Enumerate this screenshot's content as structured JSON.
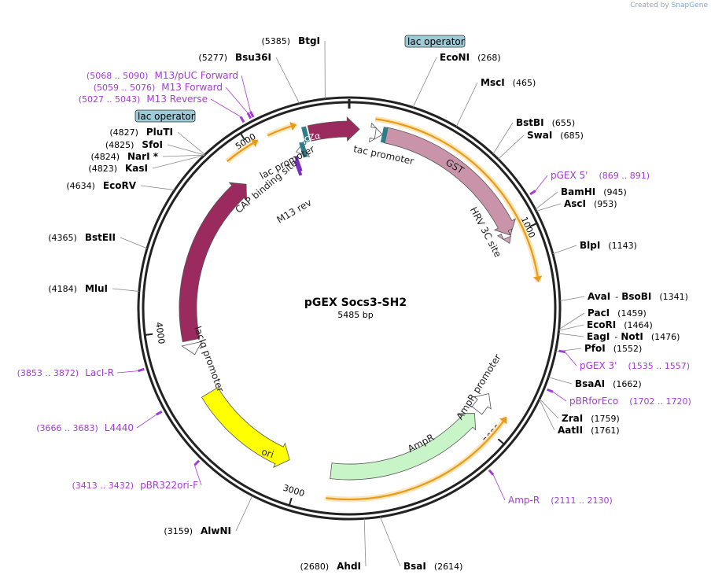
{
  "credit": {
    "prefix": "Created by",
    "brand": "SnapGene"
  },
  "plasmid": {
    "name": "pGEX Socs3-SH2",
    "length_label": "5485 bp",
    "length": 5485
  },
  "ticks": [
    {
      "pos": 1000,
      "label": "1000"
    },
    {
      "pos": 2000,
      "label": "2000"
    },
    {
      "pos": 3000,
      "label": "3000"
    },
    {
      "pos": 4000,
      "label": "4000"
    },
    {
      "pos": 5000,
      "label": "5000"
    }
  ],
  "sites": [
    {
      "name": "BtgI",
      "pos": "(5385)",
      "bp": 5385
    },
    {
      "name": "Bsu36I",
      "pos": "(5277)",
      "bp": 5277
    },
    {
      "name": "EcoNI",
      "pos": "(268)",
      "bp": 268
    },
    {
      "name": "MscI",
      "pos": "(465)",
      "bp": 465
    },
    {
      "name": "BstBI",
      "pos": "(655)",
      "bp": 655
    },
    {
      "name": "SwaI",
      "pos": "(685)",
      "bp": 685
    },
    {
      "name": "BamHI",
      "pos": "(945)",
      "bp": 945
    },
    {
      "name": "AscI",
      "pos": "(953)",
      "bp": 953
    },
    {
      "name": "BlpI",
      "pos": "(1143)",
      "bp": 1143
    },
    {
      "name": "AvaI",
      "name2": "BsoBI",
      "pos": "(1341)",
      "bp": 1341
    },
    {
      "name": "PacI",
      "pos": "(1459)",
      "bp": 1459
    },
    {
      "name": "EcoRI",
      "pos": "(1464)",
      "bp": 1464
    },
    {
      "name": "EagI",
      "name2": "NotI",
      "pos": "(1476)",
      "bp": 1476
    },
    {
      "name": "PfoI",
      "pos": "(1552)",
      "bp": 1552
    },
    {
      "name": "BsaAI",
      "pos": "(1662)",
      "bp": 1662
    },
    {
      "name": "ZraI",
      "pos": "(1759)",
      "bp": 1759
    },
    {
      "name": "AatII",
      "pos": "(1761)",
      "bp": 1761
    },
    {
      "name": "BsaI",
      "pos": "(2614)",
      "bp": 2614
    },
    {
      "name": "AhdI",
      "pos": "(2680)",
      "bp": 2680
    },
    {
      "name": "AlwNI",
      "pos": "(3159)",
      "bp": 3159
    },
    {
      "name": "MluI",
      "pos": "(4184)",
      "bp": 4184
    },
    {
      "name": "BstEII",
      "pos": "(4365)",
      "bp": 4365
    },
    {
      "name": "EcoRV",
      "pos": "(4634)",
      "bp": 4634
    },
    {
      "name": "KasI",
      "pos": "(4823)",
      "bp": 4823
    },
    {
      "name": "NarI *",
      "pos": "(4824)",
      "bp": 4824
    },
    {
      "name": "SfoI",
      "pos": "(4825)",
      "bp": 4825
    },
    {
      "name": "PluTI",
      "pos": "(4827)",
      "bp": 4827
    }
  ],
  "primers": [
    {
      "name": "M13/pUC Forward",
      "range": "(5068 .. 5090)",
      "bp": 5079
    },
    {
      "name": "M13 Forward",
      "range": "(5059 .. 5076)",
      "bp": 5067
    },
    {
      "name": "M13 Reverse",
      "range": "(5027 .. 5043)",
      "bp": 5035
    },
    {
      "name": "pGEX 5'",
      "range": "(869 .. 891)",
      "bp": 880
    },
    {
      "name": "pGEX 3'",
      "range": "(1535 .. 1557)",
      "bp": 1546
    },
    {
      "name": "pBRforEco",
      "range": "(1702 .. 1720)",
      "bp": 1711
    },
    {
      "name": "Amp-R",
      "range": "(2111 .. 2130)",
      "bp": 2120
    },
    {
      "name": "pBR322ori-F",
      "range": "(3413 .. 3432)",
      "bp": 3422
    },
    {
      "name": "L4440",
      "range": "(3666 .. 3683)",
      "bp": 3674
    },
    {
      "name": "LacI-R",
      "range": "(3853 .. 3872)",
      "bp": 3862
    }
  ],
  "features": {
    "lac_operator_top": "lac operator",
    "lac_operator_left": "lac operator",
    "tac_promoter": "tac promoter",
    "GST": "GST",
    "HRV": "HRV 3C site",
    "lacZa": "lacZα",
    "lac_promoter": "lac promoter",
    "CAP": "CAP binding site",
    "M13rev": "M13 rev",
    "lacI": "lacI",
    "lacIq": "lacIq promoter",
    "ori": "ori",
    "AmpR": "AmpR",
    "AmpR_promoter": "AmpR promoter"
  },
  "colors": {
    "lacI": "#9b2a5e",
    "lacZa": "#9b2a5e",
    "GST": "#c993aa",
    "ori": "#ffff00",
    "AmpR": "#c8f5c8",
    "orange_arrow": "#e89a1a",
    "primer": "#a53ad6",
    "lac_operator_box": "#9ecbd8",
    "operator_mark": "#2f7d89"
  }
}
